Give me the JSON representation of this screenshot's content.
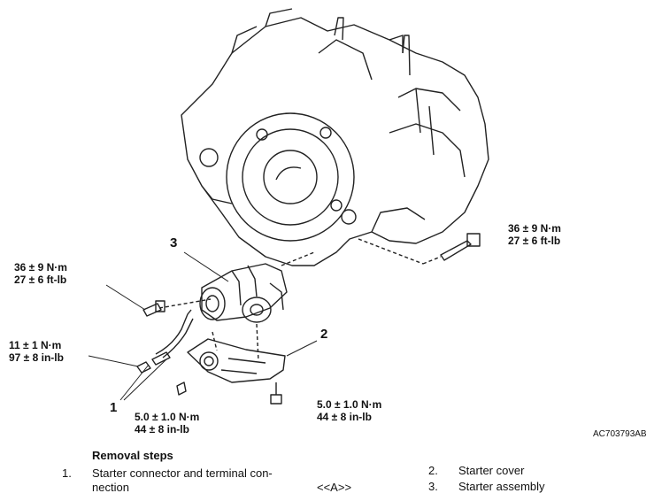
{
  "callouts": {
    "c1": "1",
    "c2": "2",
    "c3": "3"
  },
  "torques": {
    "upper_left": [
      "36 ± 9 N·m",
      "27 ± 6 ft-lb"
    ],
    "mid_left": [
      "11 ± 1 N·m",
      "97 ± 8 in-lb"
    ],
    "bottom_center": [
      "5.0 ± 1.0 N·m",
      "44 ± 8 in-lb"
    ],
    "bottom_right": [
      "5.0 ± 1.0 N·m",
      "44 ± 8 in-lb"
    ],
    "right": [
      "36 ± 9 N·m",
      "27 ± 6 ft-lb"
    ]
  },
  "figure_id": "AC703793AB",
  "removal": {
    "title": "Removal steps",
    "steps": [
      {
        "num": "1.",
        "text_line1": "Starter connector and terminal con-",
        "text_line2": "nection"
      },
      {
        "num": "2.",
        "text": "Starter cover"
      },
      {
        "num": "3.",
        "text": "Starter assembly"
      }
    ],
    "note": "<<A>>"
  }
}
